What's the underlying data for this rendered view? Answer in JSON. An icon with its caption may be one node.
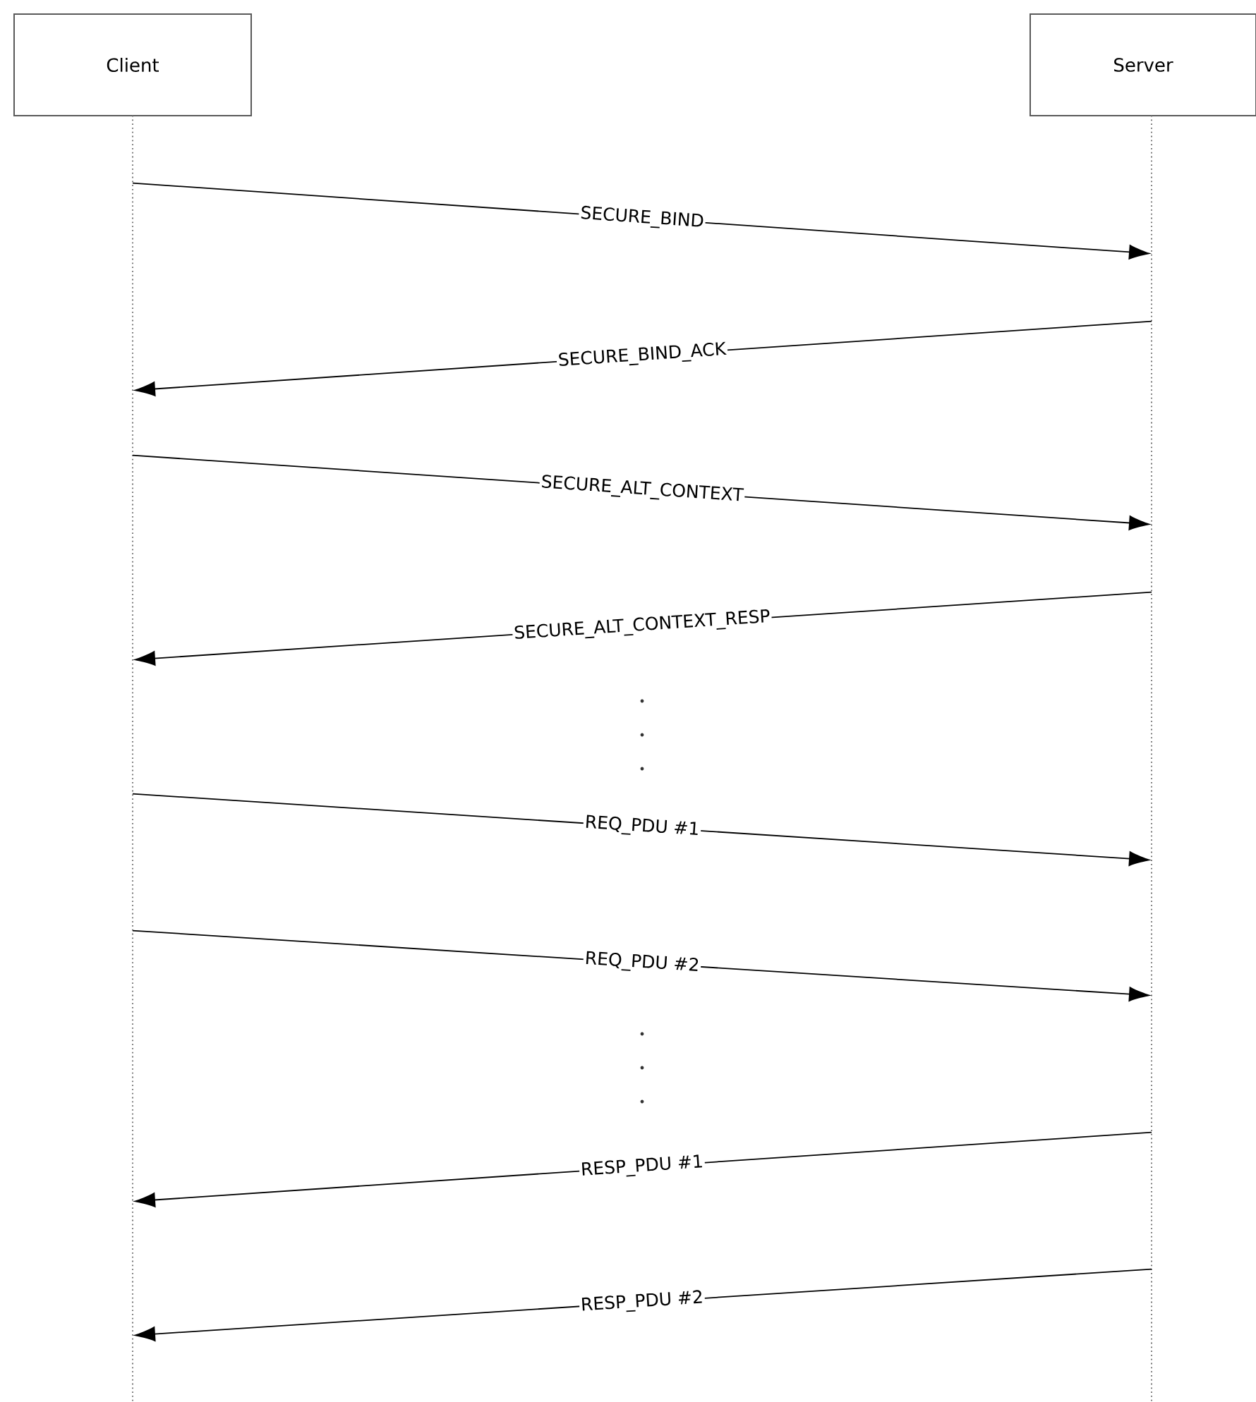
{
  "diagram": {
    "nodes": [
      {
        "text": [
          "Client"
        ]
      },
      {
        "text": [
          "Server"
        ]
      },
      {
        "text": [],
        "shape": "line"
      },
      {
        "text": [],
        "shape": "line"
      }
    ],
    "edges": [
      {
        "from": 2,
        "to": 3,
        "arrow": "to",
        "label": "SECURE_BIND"
      },
      {
        "from": 3,
        "to": 2,
        "arrow": "to",
        "label": "SECURE_BIND_ACK"
      },
      {
        "from": 2,
        "to": 3,
        "arrow": "to",
        "label": "SECURE_ALT_CONTEXT"
      },
      {
        "from": 3,
        "to": 2,
        "arrow": "to",
        "label": "SECURE_ALT_CONTEXT_RESP"
      },
      {
        "from": 2,
        "to": 3,
        "arrow": "to",
        "label": "REQ_PDU #1"
      },
      {
        "from": 2,
        "to": 3,
        "arrow": "to",
        "label": "REQ_PDU #2"
      },
      {
        "from": 3,
        "to": 2,
        "arrow": "to",
        "label": "RESP_PDU #1"
      },
      {
        "from": 3,
        "to": 2,
        "arrow": "to",
        "label": "RESP_PDU #2"
      }
    ]
  }
}
